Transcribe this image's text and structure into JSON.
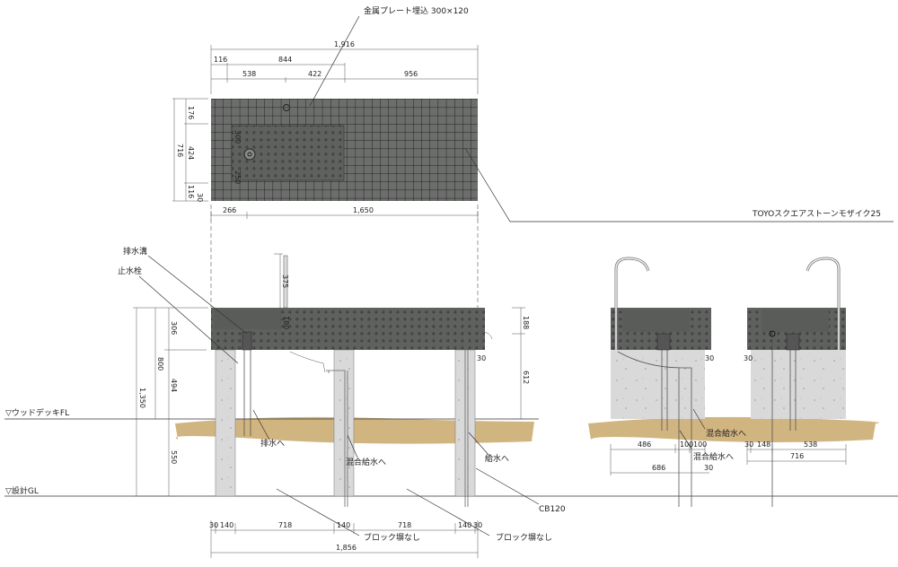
{
  "plan": {
    "plate_note": "金属プレート埋込 300×120",
    "material_note": "TOYOスクエアストーンモザイク25",
    "dims_top": {
      "total": "1,916",
      "a": "116",
      "b": "844",
      "c": "538",
      "d": "422",
      "e": "956"
    },
    "dims_left": {
      "total": "716",
      "a": "176",
      "b": "424",
      "c": "116",
      "d": "30"
    },
    "dims_basin": {
      "a": "300",
      "b": "250"
    },
    "dims_bottom": {
      "a": "266",
      "b": "1,650"
    }
  },
  "elevation": {
    "labels": {
      "drain_channel": "排水溝",
      "stop_valve": "止水栓",
      "to_drain": "排水へ",
      "to_mixed_supply": "混合給水へ",
      "to_supply": "給水へ",
      "cb": "CB120",
      "no_block_wall_1": "ブロック塀なし",
      "no_block_wall_2": "ブロック塀なし",
      "deck_fl": "▽ウッドデッキFL",
      "design_gl": "▽設計GL"
    },
    "dims_left": {
      "total": "1,350",
      "h800": "800",
      "h306": "306",
      "h494": "494",
      "h550": "550"
    },
    "dims_faucet": {
      "h375": "375",
      "h180": "180"
    },
    "dims_right": {
      "h188": "188",
      "h612": "612",
      "h30": "30"
    },
    "dims_bottom": [
      "30",
      "140",
      "718",
      "140",
      "718",
      "140",
      "30"
    ],
    "dims_total": "1,856"
  },
  "side": {
    "left": {
      "label_a": "混合給水へ",
      "label_b": "混合給水へ",
      "dims": [
        "486",
        "100",
        "100"
      ],
      "total": "686",
      "edge": "30",
      "top_edge": "30"
    },
    "right": {
      "dims": [
        "30",
        "148",
        "538"
      ],
      "total": "716",
      "top_edge": "30"
    }
  }
}
